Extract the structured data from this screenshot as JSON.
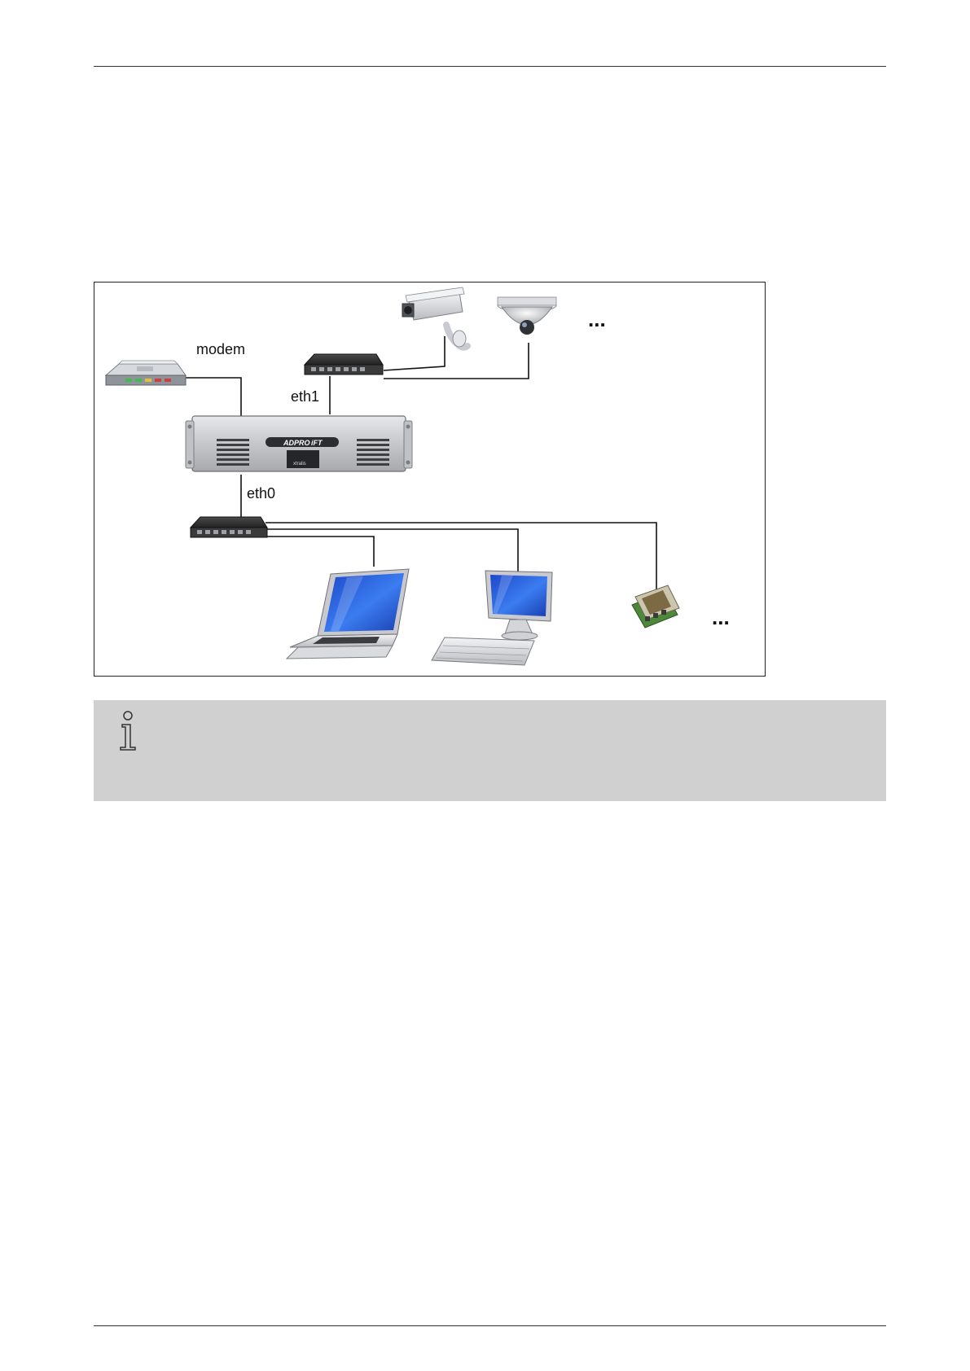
{
  "diagram": {
    "labels": {
      "modem": "modem",
      "eth1": "eth1",
      "eth0": "eth0",
      "more_cameras": "...",
      "more_devices": "..."
    },
    "device_text": {
      "brand": "ADPRO",
      "model": "iFT",
      "maker": "xtralis"
    }
  },
  "colors": {
    "note_background": "#d0d0d0",
    "wire": "#111111",
    "screen_blue": "#2a63d8"
  }
}
